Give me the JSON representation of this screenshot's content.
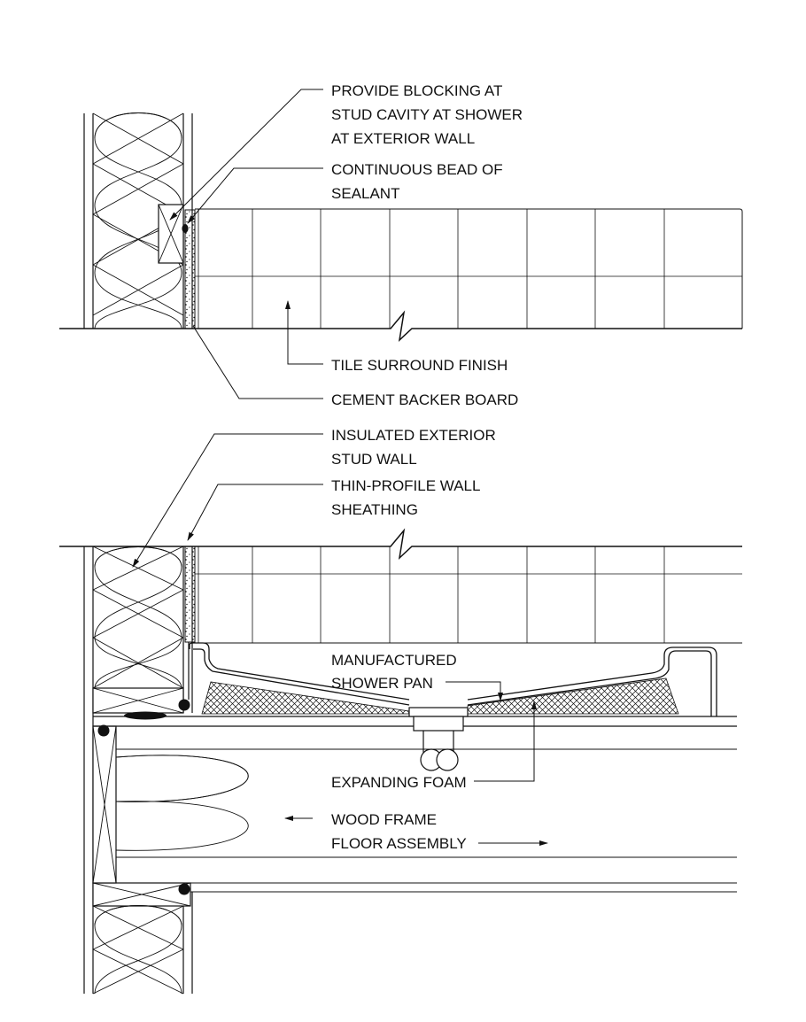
{
  "labels": {
    "blocking": [
      "PROVIDE BLOCKING AT",
      "STUD CAVITY AT SHOWER",
      "AT EXTERIOR WALL"
    ],
    "sealant": [
      "CONTINUOUS BEAD OF",
      "SEALANT"
    ],
    "tile": [
      "TILE SURROUND FINISH"
    ],
    "backer": [
      "CEMENT BACKER BOARD"
    ],
    "stud_wall": [
      "INSULATED EXTERIOR",
      "STUD WALL"
    ],
    "sheathing": [
      "THIN-PROFILE WALL",
      "SHEATHING"
    ],
    "shower_pan": [
      "MANUFACTURED",
      "SHOWER PAN"
    ],
    "foam": [
      "EXPANDING FOAM"
    ],
    "floor": [
      "WOOD FRAME",
      "FLOOR ASSEMBLY"
    ]
  },
  "colors": {
    "ink": "#111111",
    "background": "#ffffff"
  }
}
